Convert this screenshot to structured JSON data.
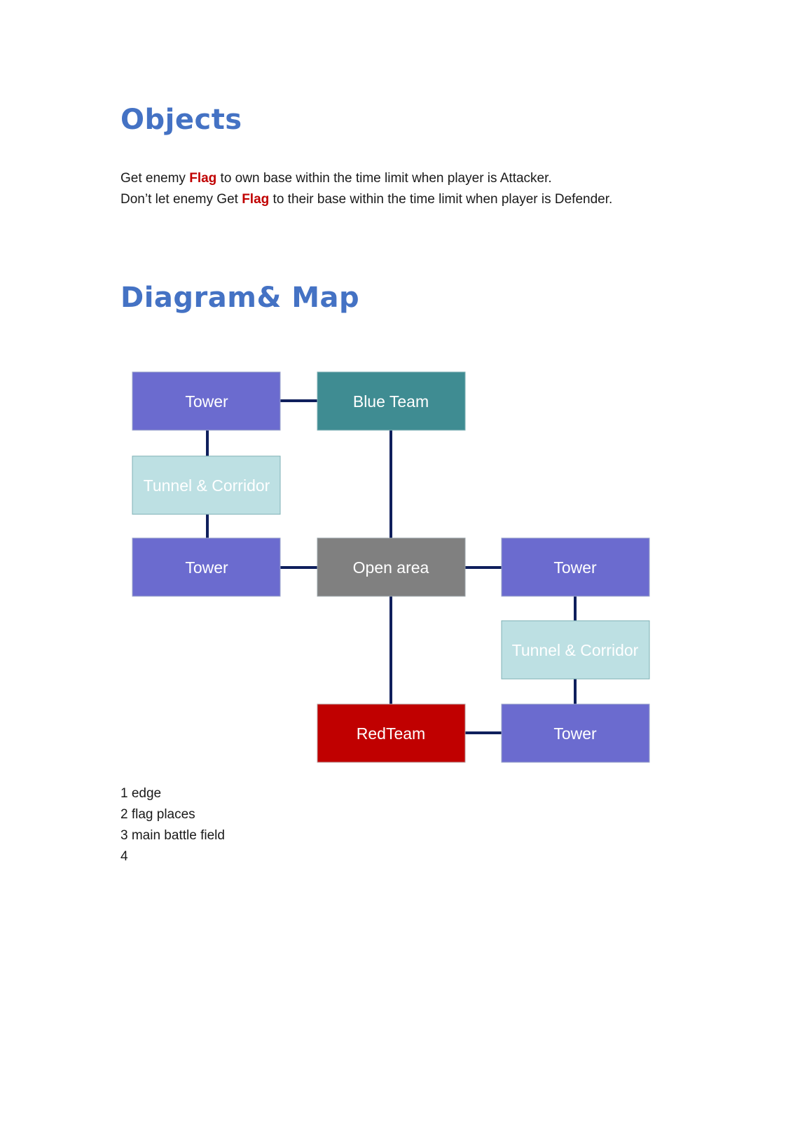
{
  "objects": {
    "heading": "Objects",
    "line1": {
      "pre": "Get enemy ",
      "flag": "Flag",
      "post": " to own base within the time limit when player is Attacker."
    },
    "line2": {
      "pre": "Don’t let enemy Get ",
      "flag": "Flag",
      "post": " to their base within the time limit when player is Defender."
    }
  },
  "diagram": {
    "heading": "Diagram& Map",
    "colors": {
      "tower": "#6b6bcf",
      "tunnel": "#bde0e3",
      "blue_team": "#3f8c92",
      "open_area": "#808080",
      "red_team": "#c00000",
      "connector": "#0f1f5c"
    },
    "nodes": {
      "tower_top_left": "Tower",
      "blue_team": "Blue Team",
      "tunnel_left": "Tunnel & Corridor",
      "tower_mid_left": "Tower",
      "open_area": "Open area",
      "tower_mid_right": "Tower",
      "tunnel_right": "Tunnel & Corridor",
      "red_team": "RedTeam",
      "tower_bottom_right": "Tower"
    }
  },
  "notes": [
    "1 edge",
    "2 flag places",
    "3 main battle field",
    "4"
  ]
}
